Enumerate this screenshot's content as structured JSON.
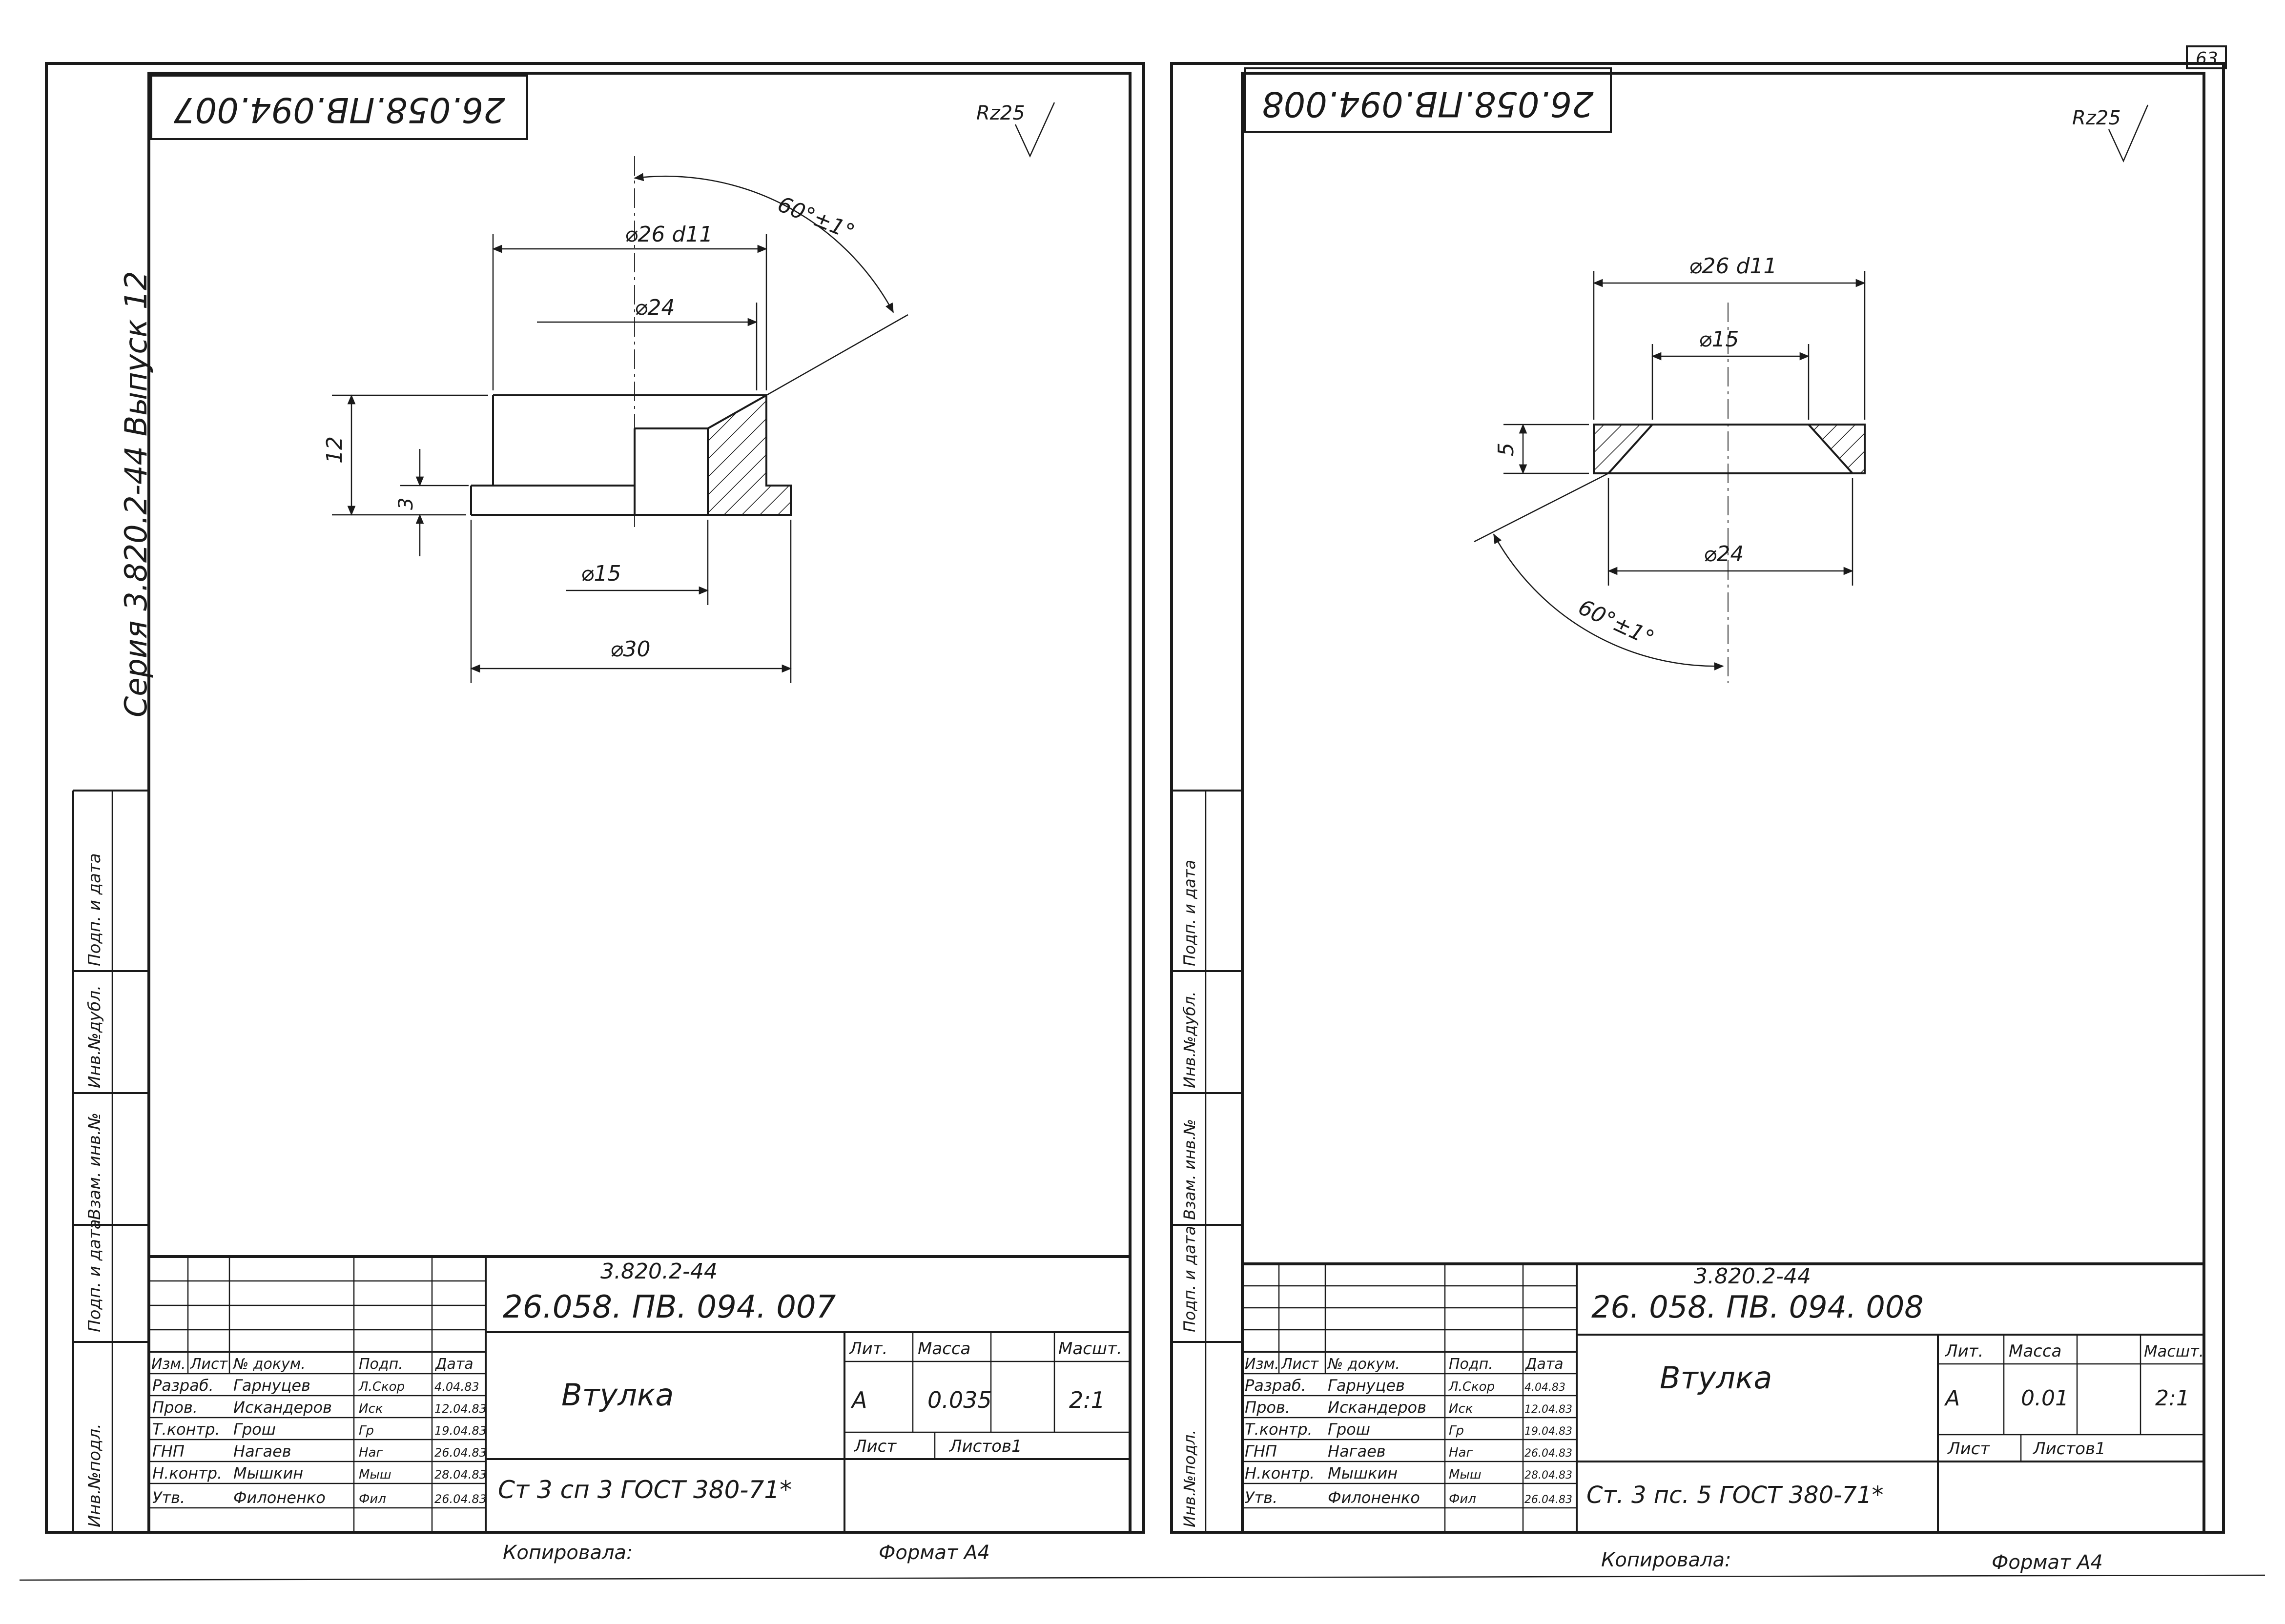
{
  "page_number": "63",
  "left": {
    "top_code": "26.058.ПВ.094.007",
    "roughness": "Rz25",
    "side_margin": "Серия 3.820.2-44   Выпуск 12",
    "dims": {
      "angle": "60°±1°",
      "d_outer": "⌀26 d11",
      "d_inner": "⌀24",
      "height": "12",
      "step": "3",
      "d_bore": "⌀15",
      "d_flange": "⌀30"
    },
    "stamp_cells": [
      "Инв.№подл.",
      "Подп. и дата",
      "Взам. инв.№",
      "Инв.№дубл.",
      "Подп. и дата"
    ],
    "series": "3.820.2-44",
    "doc_code": "26.058. ПВ. 094. 007",
    "title": "Втулка",
    "material": "Ст 3 сп 3 ГОСТ 380-71*",
    "lit_header": "Лит.",
    "mass_header": "Масса",
    "scale_header": "Масшт.",
    "lit": "A",
    "mass": "0.035",
    "scale": "2:1",
    "sheet": "Лист",
    "sheets": "Листов1",
    "sig_header": [
      "Изм.",
      "Лист",
      "№ докум.",
      "Подп.",
      "Дата"
    ],
    "sig_rows": [
      [
        "Разраб.",
        "Гарнуцев",
        "Л.Скор",
        "4.04.83"
      ],
      [
        "Пров.",
        "Искандеров",
        "Иск",
        "12.04.83"
      ],
      [
        "Т.контр.",
        "Грош",
        "Гр",
        "19.04.83"
      ],
      [
        "ГНП",
        "Нагаев",
        "Наг",
        "26.04.83"
      ],
      [
        "Н.контр.",
        "Мышкин",
        "Мыш",
        "28.04.83"
      ],
      [
        "Утв.",
        "Филоненко",
        "Фил",
        "26.04.83"
      ]
    ],
    "copied": "Копировала:",
    "format": "Формат А4"
  },
  "right": {
    "top_code": "26.058.ПВ.094.008",
    "roughness": "Rz25",
    "dims": {
      "d_outer": "⌀26 d11",
      "d_bore": "⌀15",
      "height": "5",
      "d_inner": "⌀24",
      "angle": "60°±1°"
    },
    "stamp_cells": [
      "Инв.№подл.",
      "Подп. и дата",
      "Взам. инв.№",
      "Инв.№дубл.",
      "Подп. и дата"
    ],
    "series": "3.820.2-44",
    "doc_code": "26. 058. ПВ. 094. 008",
    "title": "Втулка",
    "material": "Ст. 3 пс. 5 ГОСТ 380-71*",
    "lit_header": "Лит.",
    "mass_header": "Масса",
    "scale_header": "Масшт.",
    "lit": "A",
    "mass": "0.01",
    "scale": "2:1",
    "sheet": "Лист",
    "sheets": "Листов1",
    "sig_header": [
      "Изм.",
      "Лист",
      "№ докум.",
      "Подп.",
      "Дата"
    ],
    "sig_rows": [
      [
        "Разраб.",
        "Гарнуцев",
        "Л.Скор",
        "4.04.83"
      ],
      [
        "Пров.",
        "Искандеров",
        "Иск",
        "12.04.83"
      ],
      [
        "Т.контр.",
        "Грош",
        "Гр",
        "19.04.83"
      ],
      [
        "ГНП",
        "Нагаев",
        "Наг",
        "26.04.83"
      ],
      [
        "Н.контр.",
        "Мышкин",
        "Мыш",
        "28.04.83"
      ],
      [
        "Утв.",
        "Филоненко",
        "Фил",
        "26.04.83"
      ]
    ],
    "copied": "Копировала:",
    "format": "Формат А4"
  }
}
